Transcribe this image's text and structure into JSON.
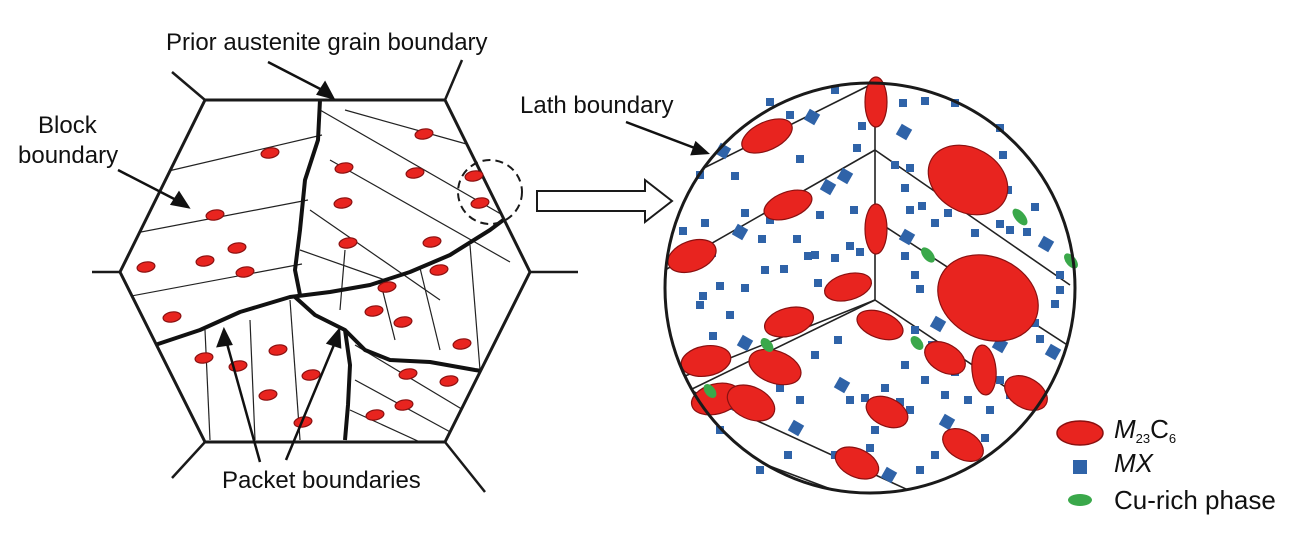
{
  "labels": {
    "prior_austenite": "Prior austenite grain boundary",
    "block_line1": "Block",
    "block_line2": "boundary",
    "packet": "Packet boundaries",
    "lath": "Lath boundary"
  },
  "legend": {
    "m23c6_M": "M",
    "m23c6_23": "23",
    "m23c6_C": "C",
    "m23c6_6": "6",
    "mx": "MX",
    "cu": "Cu-rich phase"
  },
  "colors": {
    "carbide": "#e8241f",
    "carbide_stroke": "#8a1010",
    "mx": "#2f63a8",
    "cu": "#3aa84a",
    "line": "#1a1a1a"
  }
}
